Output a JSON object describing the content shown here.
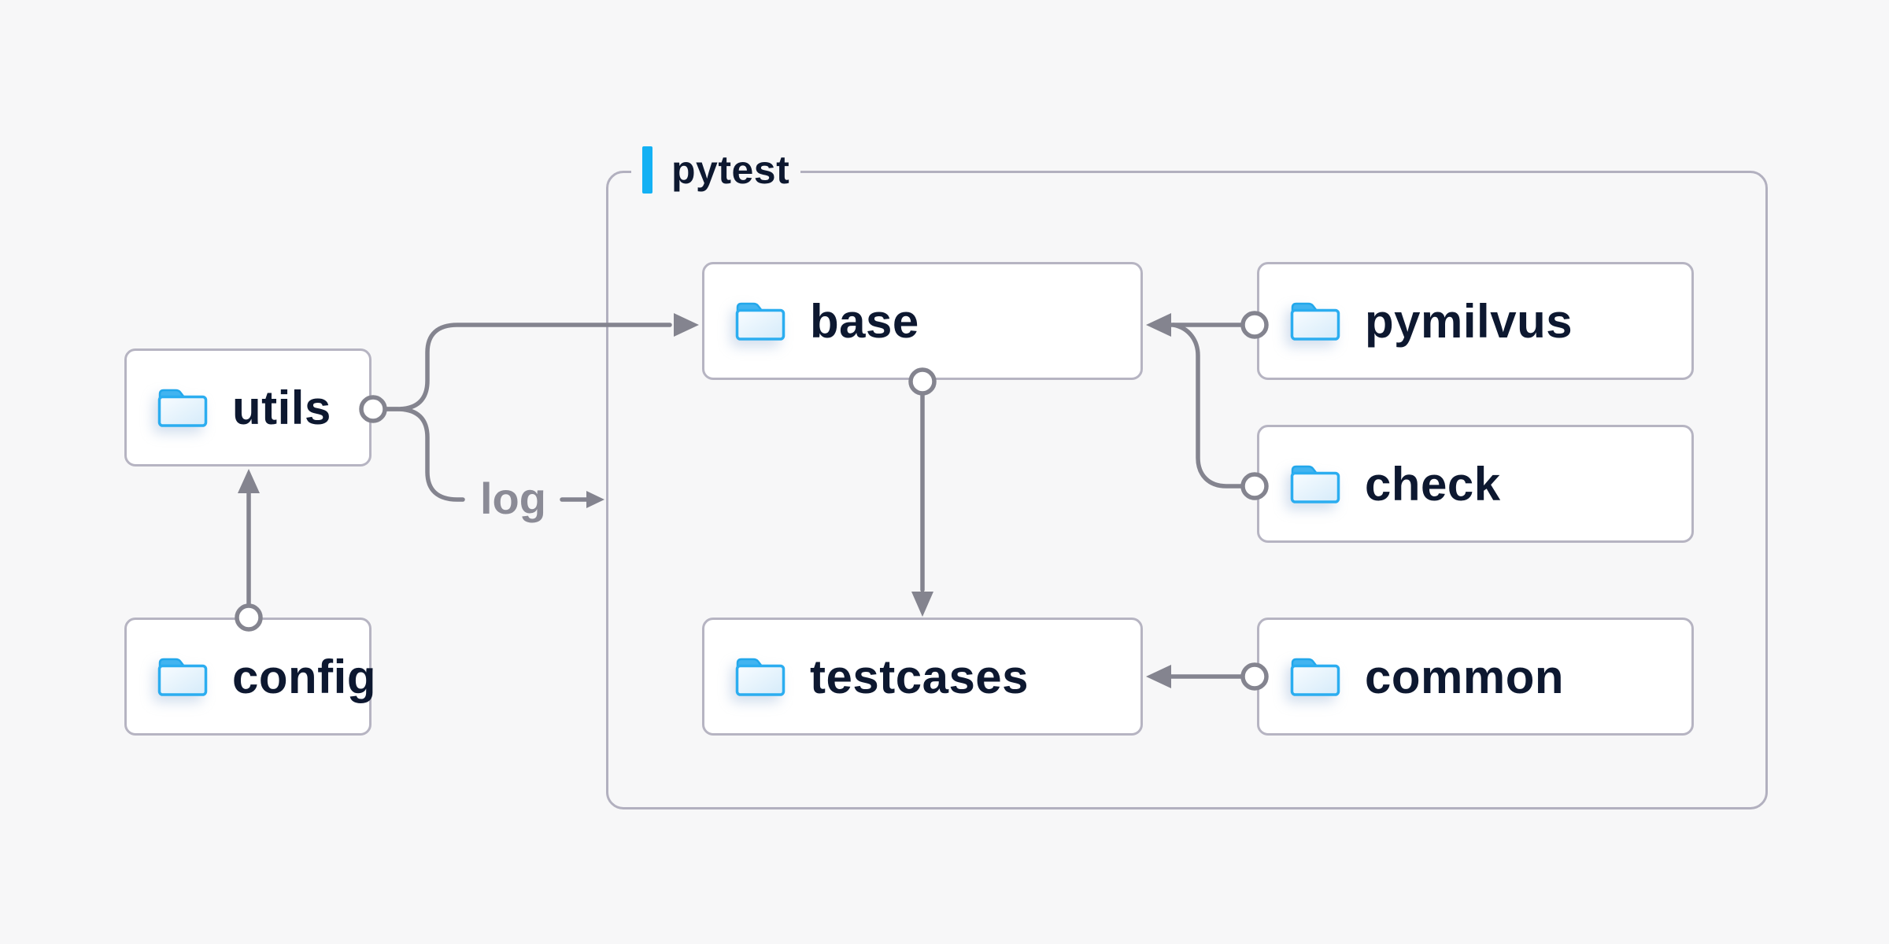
{
  "diagram": {
    "title_group": {
      "label": "pytest"
    },
    "nodes": {
      "utils": {
        "label": "utils",
        "icon": "folder-icon",
        "inside_group": false
      },
      "config": {
        "label": "config",
        "icon": "folder-icon",
        "inside_group": false
      },
      "base": {
        "label": "base",
        "icon": "folder-icon",
        "inside_group": true
      },
      "testcases": {
        "label": "testcases",
        "icon": "folder-icon",
        "inside_group": true
      },
      "pymilvus": {
        "label": "pymilvus",
        "icon": "folder-icon",
        "inside_group": true
      },
      "check": {
        "label": "check",
        "icon": "folder-icon",
        "inside_group": true
      },
      "common": {
        "label": "common",
        "icon": "folder-icon",
        "inside_group": true
      }
    },
    "connectors": {
      "log_label": "log",
      "edges": [
        {
          "from": "config",
          "to": "utils",
          "type": "arrow"
        },
        {
          "from": "utils",
          "to": "base",
          "type": "arrow"
        },
        {
          "from": "utils",
          "to": "log",
          "type": "labeled-arrow"
        },
        {
          "from": "pymilvus",
          "to": "base",
          "type": "arrow"
        },
        {
          "from": "check",
          "to": "base",
          "type": "arrow"
        },
        {
          "from": "base",
          "to": "testcases",
          "type": "arrow"
        },
        {
          "from": "common",
          "to": "testcases",
          "type": "arrow"
        }
      ]
    },
    "colors": {
      "background": "#f7f7f8",
      "accent_blue": "#14b1f4",
      "node_text": "#0d1830",
      "node_border": "#b6b4c2",
      "group_border": "#b2b0bf",
      "connector_gray": "#84848f",
      "log_text_gray": "#8b8b96",
      "folder_blue": "#2badf0"
    }
  }
}
